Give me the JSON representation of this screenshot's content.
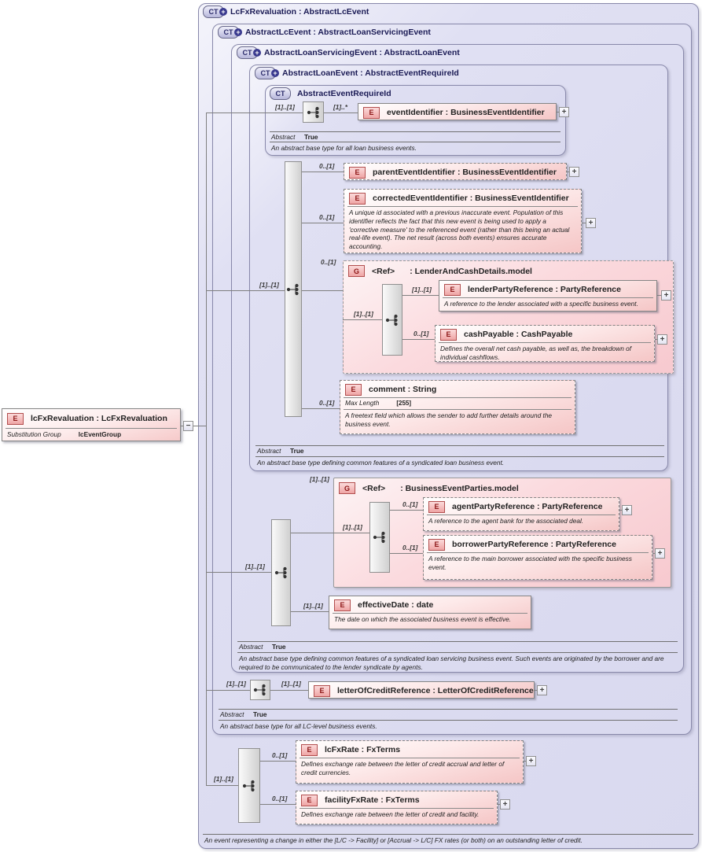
{
  "colors": {
    "lavender_box": "#d9d9ef",
    "pink_element": "#f5c6c6",
    "connector_line": "#7f7f7f",
    "icon_red": "#8c1616",
    "header_navy": "#1b1b55"
  },
  "icons": {
    "ct": "CT",
    "element": "E",
    "group": "G",
    "plus": "+",
    "expand": "+",
    "collapse": "−"
  },
  "root_element": {
    "title": "lcFxRevaluation : LcFxRevaluation",
    "facet_name": "Substitution Group",
    "facet_value": "lcEventGroup"
  },
  "levels": {
    "lcFxRevaluation": {
      "title": "LcFxRevaluation : AbstractLcEvent",
      "annotation": "An event representing a change in either the [L/C -> Facility] or [Accrual -> L/C] FX rates (or both) on an outstanding letter of credit."
    },
    "abstractLcEvent": {
      "title": "AbstractLcEvent : AbstractLoanServicingEvent",
      "abstract_label": "Abstract",
      "abstract_value": "True",
      "annotation": "An abstract base type for all LC-level business events."
    },
    "abstractLoanServicingEvent": {
      "title": "AbstractLoanServicingEvent : AbstractLoanEvent",
      "abstract_label": "Abstract",
      "abstract_value": "True",
      "annotation": "An abstract base type defining common features of a syndicated loan servicing business event. Such events are originated by the borrower and are required to be communicated to the lender syndicate by agents."
    },
    "abstractLoanEvent": {
      "title": "AbstractLoanEvent : AbstractEventRequireId",
      "abstract_label": "Abstract",
      "abstract_value": "True",
      "annotation": "An abstract base type defining common features of a syndicated loan business event."
    },
    "abstractEventRequireId": {
      "title": "AbstractEventRequireId",
      "abstract_label": "Abstract",
      "abstract_value": "True",
      "annotation": "An abstract base type for all loan business events."
    }
  },
  "groups": {
    "lender_and_cash_details": {
      "ref_label": "<Ref>",
      "title": ": LenderAndCashDetails.model"
    },
    "business_event_parties": {
      "ref_label": "<Ref>",
      "title": ": BusinessEventParties.model"
    }
  },
  "elements": {
    "event_identifier": {
      "title": "eventIdentifier : BusinessEventIdentifier"
    },
    "parent_event_identifier": {
      "title": "parentEventIdentifier : BusinessEventIdentifier"
    },
    "corrected_event_identifier": {
      "title": "correctedEventIdentifier : BusinessEventIdentifier",
      "desc": "A unique id associated with a previous inaccurate event. Population of this identifier reflects the fact that this new event is being used to apply a 'corrective measure' to the referenced event (rather than this being an actual real-life event). The net result (across both events) ensures accurate accounting."
    },
    "lender_party_reference": {
      "title": "lenderPartyReference : PartyReference",
      "desc": "A reference to the lender associated with a specific business event."
    },
    "cash_payable": {
      "title": "cashPayable : CashPayable",
      "desc": "Defines the overall net cash payable, as well as, the breakdown of individual cashflows."
    },
    "comment": {
      "title": "comment : String",
      "facet_name": "Max Length",
      "facet_value": "[255]",
      "desc": "A freetext field which allows the sender to add further details around the business event."
    },
    "agent_party_reference": {
      "title": "agentPartyReference : PartyReference",
      "desc": "A reference to the agent bank for the associated deal."
    },
    "borrower_party_reference": {
      "title": "borrowerPartyReference : PartyReference",
      "desc": "A reference to the main borrower associated with the specific business event."
    },
    "effective_date": {
      "title": "effectiveDate : date",
      "desc": "The date on which the associated business event is effective."
    },
    "letter_of_credit_reference": {
      "title": "letterOfCreditReference : LetterOfCreditReference"
    },
    "lc_fx_rate": {
      "title": "lcFxRate : FxTerms",
      "desc": "Defines exchange rate between the letter of credit accrual and letter of credit currencies."
    },
    "facility_fx_rate": {
      "title": "facilityFxRate : FxTerms",
      "desc": "Defines exchange rate between the letter of credit and facility."
    }
  },
  "cards": {
    "l5_seq": "[1]..[1]",
    "event_identifier": "[1]..*",
    "l4_seq": "[1]..[1]",
    "parent_event_identifier": "0..[1]",
    "corrected_event_identifier": "0..[1]",
    "lender_group": "0..[1]",
    "lender_seq": "[1]..[1]",
    "lender_party_reference": "[1]..[1]",
    "cash_payable": "0..[1]",
    "comment": "0..[1]",
    "l3_seq": "[1]..[1]",
    "parties_group": "[1]..[1]",
    "parties_seq": "[1]..[1]",
    "agent_party_reference": "0..[1]",
    "borrower_party_reference": "0..[1]",
    "effective_date": "[1]..[1]",
    "l2_seq": "[1]..[1]",
    "letter_of_credit_reference": "[1]..[1]",
    "l1_seq": "[1]..[1]",
    "lc_fx_rate": "0..[1]",
    "facility_fx_rate": "0..[1]"
  }
}
